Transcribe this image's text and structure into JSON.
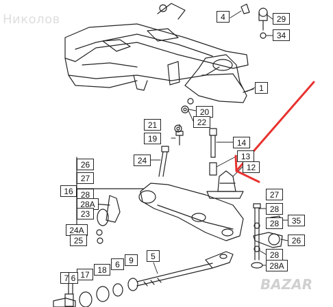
{
  "watermark_text": "Николов",
  "brand_text": "BAZAR",
  "callouts": {
    "c1": "1",
    "c4": "4",
    "c5": "5",
    "c6": "6",
    "c7": "7",
    "c9": "9",
    "c12": "12",
    "c13": "13",
    "c14": "14",
    "c16": "16",
    "c17": "17",
    "c18": "18",
    "c19": "19",
    "c20": "20",
    "c21": "21",
    "c22": "22",
    "c23": "23",
    "c24": "24",
    "c24a": "24A",
    "c25": "25",
    "c26a": "26",
    "c26b": "26",
    "c27a": "27",
    "c27b": "27",
    "c28a": "28",
    "c28b": "28",
    "c28c": "28",
    "c28d": "28",
    "c28A1": "28A",
    "c28A2": "28A",
    "c29": "29",
    "c34": "34",
    "c35": "35",
    "c6b": "6"
  },
  "colors": {
    "ink": "#222222",
    "arrow": "#e8322f"
  }
}
